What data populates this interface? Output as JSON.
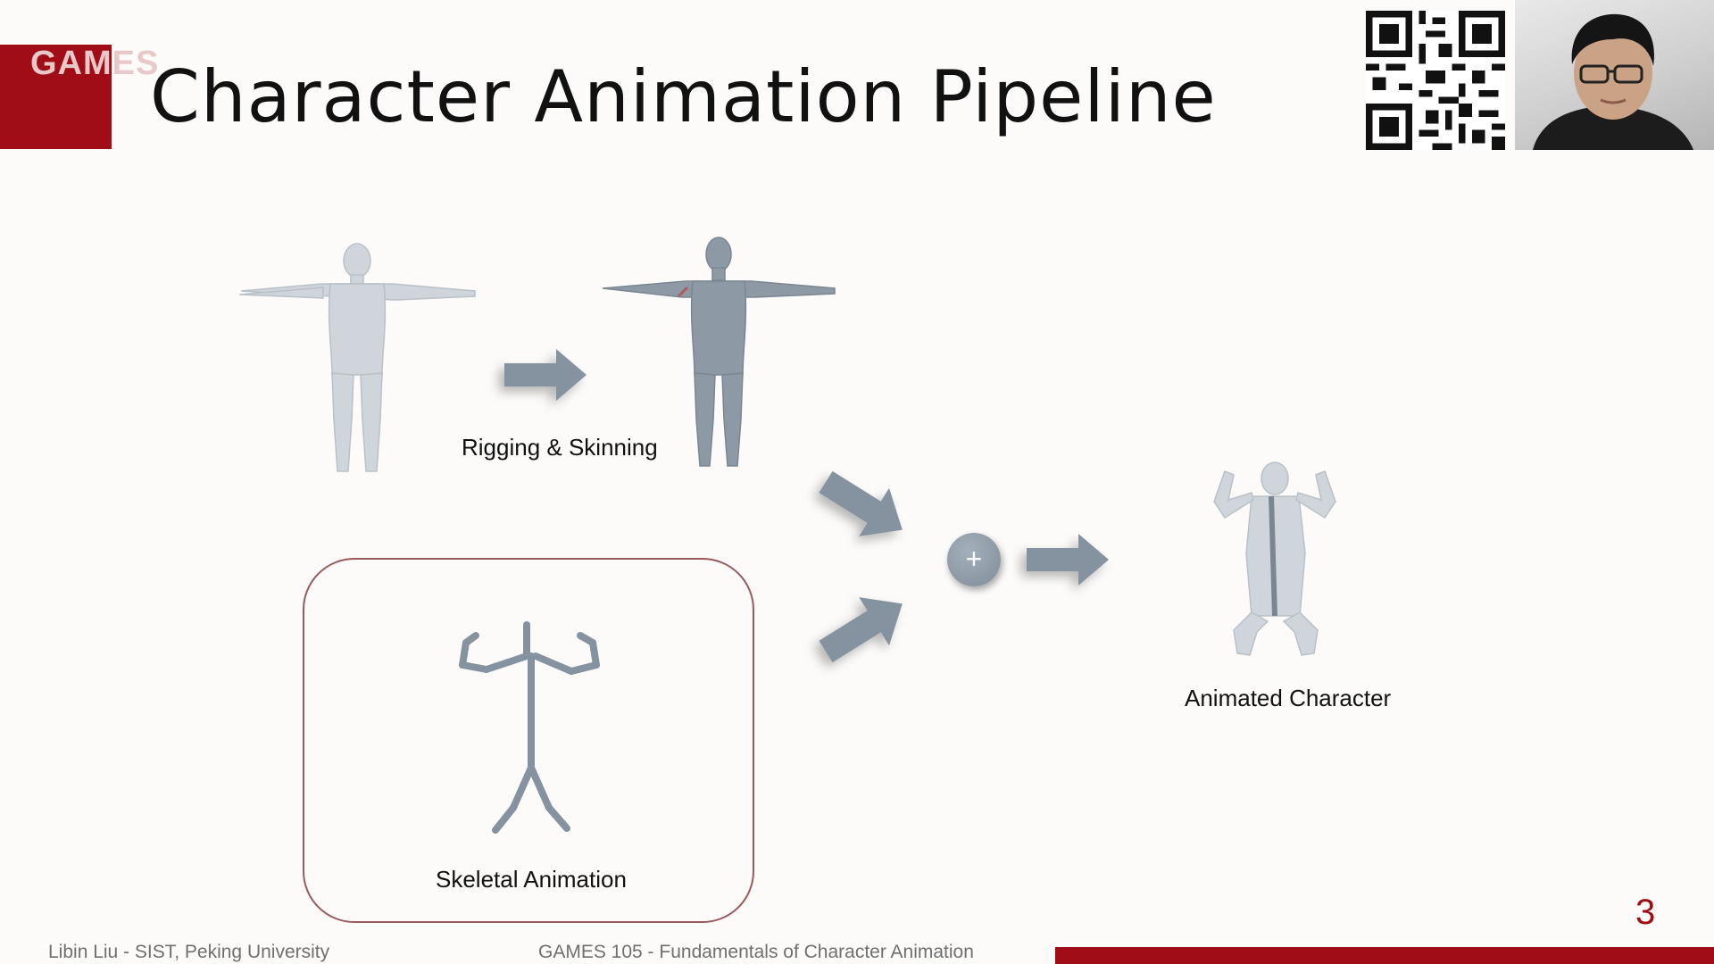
{
  "header": {
    "logo_text": "GAMES",
    "title": "Character Animation Pipeline"
  },
  "diagram": {
    "rigging_label": "Rigging & Skinning",
    "skeletal_label": "Skeletal Animation",
    "animated_label": "Animated Character",
    "plus_symbol": "+"
  },
  "footer": {
    "author": "Libin Liu - SIST, Peking University",
    "course": "GAMES 105 - Fundamentals of Character Animation",
    "page_number": "3"
  },
  "colors": {
    "accent": "#a10d17",
    "arrow": "#8593a0",
    "mesh": "#cfd5da",
    "skinned_mesh": "#8d9aa5"
  }
}
